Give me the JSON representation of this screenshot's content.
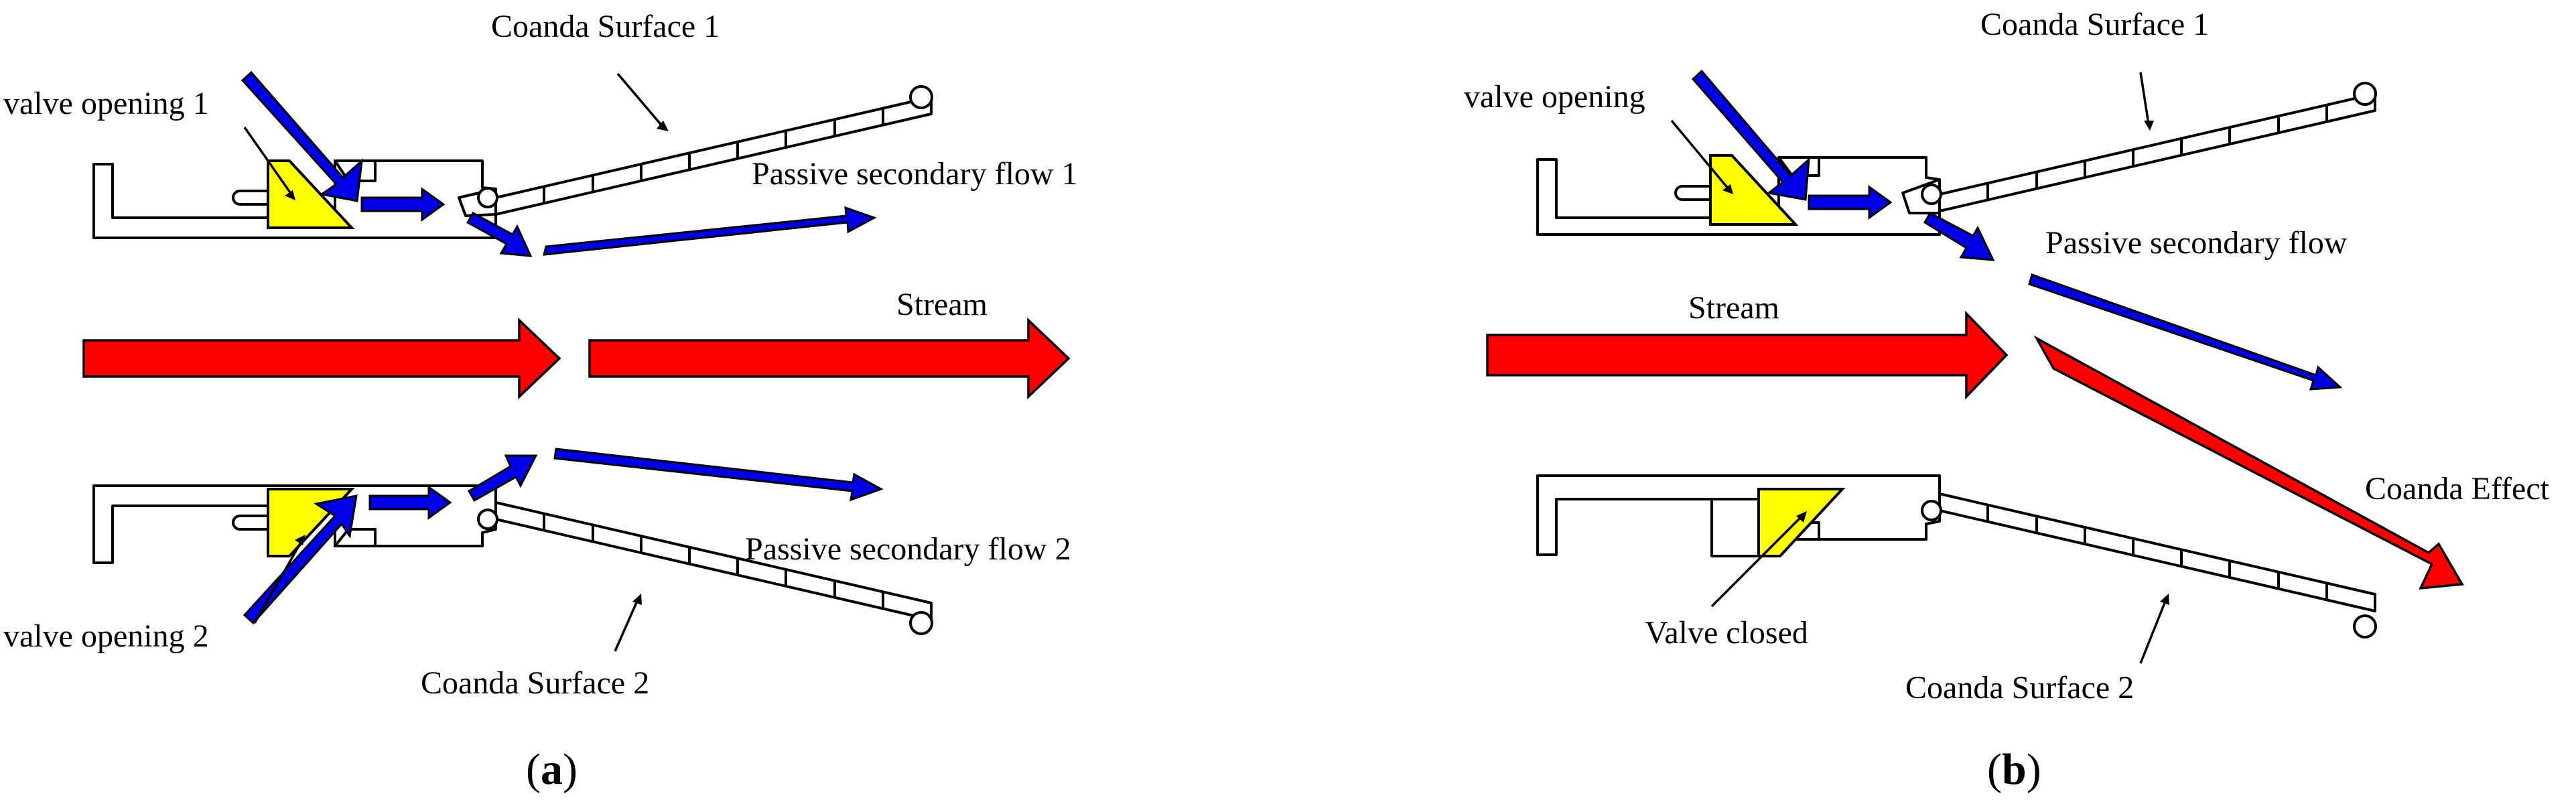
{
  "colors": {
    "stream": "#ff0000",
    "secondary_flow": "#0000e6",
    "valve": "#ffff00",
    "outline": "#000000",
    "background": "#ffffff"
  },
  "panel_a": {
    "coanda_surface_top": "Coanda Surface 1",
    "coanda_surface_bottom": "Coanda Surface 2",
    "valve_top": "valve opening 1",
    "valve_bottom": "valve opening 2",
    "secondary_flow_top": "Passive secondary flow 1",
    "secondary_flow_bottom": "Passive secondary flow 2",
    "stream": "Stream",
    "caption_open": "(",
    "caption_letter": "a",
    "caption_close": ")"
  },
  "panel_b": {
    "coanda_surface_top": "Coanda Surface 1",
    "coanda_surface_bottom": "Coanda Surface 2",
    "valve_top": "valve opening",
    "valve_bottom": "Valve closed",
    "secondary_flow": "Passive secondary flow",
    "stream": "Stream",
    "coanda_effect": "Coanda Effect",
    "caption_open": "(",
    "caption_letter": "b",
    "caption_close": ")"
  }
}
